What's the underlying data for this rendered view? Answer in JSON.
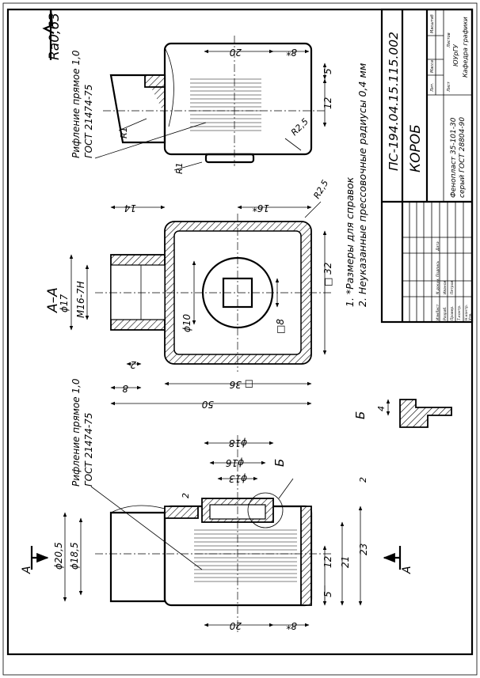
{
  "sheet": {
    "roughness": "Ra0,63",
    "knurl_note_1": "Рифление прямое 1,0",
    "knurl_note_2": "ГОСТ 21474-75",
    "section_label": "А–А",
    "detail_label": "Б",
    "section_arrow_label": "А",
    "notes": [
      "1. *Размеры для справок",
      "2. Неуказанные прессовочные радиусы 0,4 мм"
    ]
  },
  "dims": {
    "top_view": {
      "w20": "20",
      "w8": "8*",
      "h5": "5",
      "h12": "12",
      "r1a": "R1",
      "r1b": "R1",
      "r25": "R2,5"
    },
    "section": {
      "d17": "ϕ17",
      "m16": "M16-7H",
      "d10": "ϕ10",
      "sq8": "□8",
      "sq32": "□ 32",
      "sq36": "□ 36",
      "w50": "50",
      "h8": "8",
      "h2": "2",
      "h14": "14",
      "h16": "16*",
      "r25": "R2,5"
    },
    "side_view": {
      "d18": "ϕ18",
      "d16": "ϕ16",
      "d13": "ϕ13",
      "d205": "ϕ20,5",
      "d185": "ϕ18,5",
      "h12": "12",
      "h21": "21",
      "h23": "23",
      "h5": "5",
      "h2a": "2",
      "h2b": "2",
      "w20": "20",
      "w8": "8*"
    },
    "detail": {
      "h4": "4"
    }
  },
  "title_block": {
    "designation": "ПС-194.04.15.115.002",
    "part_name": "КОРОБ",
    "material_1": "Фенопласт 35-101-30",
    "material_2": "серый ГОСТ 28804-90",
    "org_1": "ЮУрГУ",
    "org_2": "Кафедра графики",
    "col_lit": "Лит.",
    "col_mass": "Масса",
    "col_scale": "Масштаб",
    "sheet_label": "Лист",
    "sheets_label": "Листов",
    "hdr_change": "Изм",
    "hdr_sheet": "Лист",
    "hdr_doc": "N докум.",
    "hdr_sign": "Подпись",
    "hdr_date": "Дата",
    "role_dev": "Разраб.",
    "role_chk": "Провер.",
    "role_tech": "Т.контр.",
    "role_norm": "Н.контр.",
    "role_appr": "Утв.",
    "name_dev": "Иванов",
    "name_chk": "Петров"
  }
}
